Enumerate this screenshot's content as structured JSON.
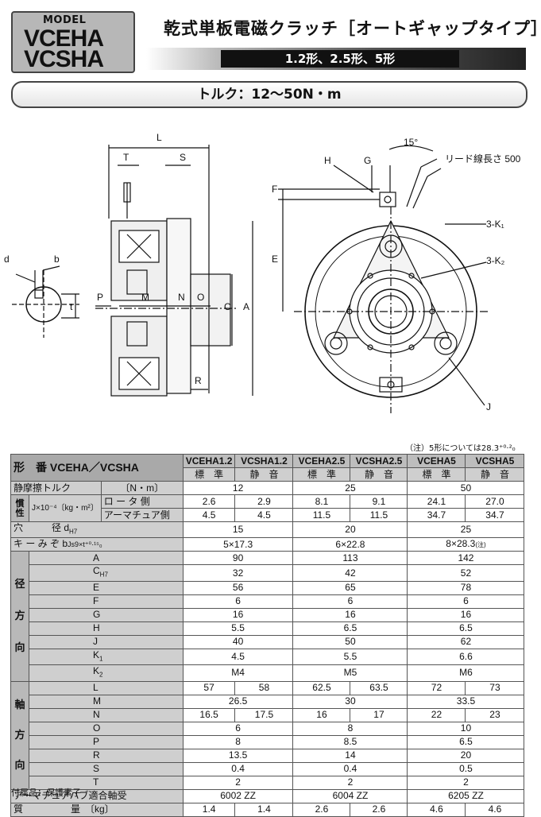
{
  "header": {
    "model_label": "MODEL",
    "model_line1": "VCEHA",
    "model_line2": "VCSHA",
    "title": "乾式単板電磁クラッチ［オートギャップタイプ］",
    "subtitle": "1.2形、2.5形、5形",
    "torque": "トルク：12～50N・m"
  },
  "drawing": {
    "labels": {
      "L": "L",
      "T": "T",
      "S": "S",
      "F": "F",
      "E": "E",
      "A": "A",
      "C": "C",
      "P": "P",
      "M": "M",
      "N": "N",
      "O": "O",
      "R": "R",
      "d": "d",
      "b": "b",
      "t": "t",
      "H": "H",
      "G": "G",
      "J": "J",
      "angle": "15°",
      "lead": "リード線長さ 500",
      "k1": "3-K₁",
      "k2": "3-K₂"
    }
  },
  "note": "（注）5形については28.3⁺⁰·²₀",
  "table": {
    "header_label": "形　番 VCEHA／VCSHA",
    "models": [
      "VCEHA1.2",
      "VCSHA1.2",
      "VCEHA2.5",
      "VCSHA2.5",
      "VCEHA5",
      "VCSHA5"
    ],
    "types": [
      "標　準",
      "静　音",
      "標　準",
      "静　音",
      "標　準",
      "静　音"
    ],
    "static_torque": {
      "label": "静摩擦トルク",
      "unit": "〔N・m〕",
      "values": [
        "12",
        "25",
        "50"
      ]
    },
    "inertia": {
      "group": "慣性",
      "unit": "J×10⁻⁴〔kg・m²〕",
      "rotor_label": "ロ ー タ 側",
      "rotor_values": [
        "2.6",
        "2.9",
        "8.1",
        "9.1",
        "24.1",
        "27.0"
      ],
      "armature_label": "アーマチュア側",
      "armature_values": [
        "4.5",
        "4.5",
        "11.5",
        "11.5",
        "34.7",
        "34.7"
      ]
    },
    "bore": {
      "label": "穴　　　径 d",
      "sub": "H7",
      "values": [
        "15",
        "20",
        "25"
      ]
    },
    "key": {
      "label": "キ ー み ぞ b",
      "sub": "Js9×t⁺⁰·¹⁵₀",
      "values": [
        "5×17.3",
        "6×22.8",
        "8×28.3"
      ],
      "note_mark": "(注)"
    },
    "radial": {
      "group": "径方向",
      "rows": [
        {
          "label": "A",
          "values": [
            "90",
            "113",
            "142"
          ]
        },
        {
          "label": "C",
          "sub": "H7",
          "values": [
            "32",
            "42",
            "52"
          ]
        },
        {
          "label": "E",
          "values": [
            "56",
            "65",
            "78"
          ]
        },
        {
          "label": "F",
          "values": [
            "6",
            "6",
            "6"
          ]
        },
        {
          "label": "G",
          "values": [
            "16",
            "16",
            "16"
          ]
        },
        {
          "label": "H",
          "values": [
            "5.5",
            "6.5",
            "6.5"
          ]
        },
        {
          "label": "J",
          "values": [
            "40",
            "50",
            "62"
          ]
        },
        {
          "label": "K",
          "sub": "1",
          "values": [
            "4.5",
            "5.5",
            "6.6"
          ]
        },
        {
          "label": "K",
          "sub": "2",
          "values": [
            "M4",
            "M5",
            "M6"
          ]
        }
      ]
    },
    "axial": {
      "group": "軸方向",
      "rows": [
        {
          "label": "L",
          "values": [
            "57",
            "58",
            "62.5",
            "63.5",
            "72",
            "73"
          ],
          "split": true
        },
        {
          "label": "M",
          "values": [
            "26.5",
            "30",
            "33.5"
          ]
        },
        {
          "label": "N",
          "values": [
            "16.5",
            "17.5",
            "16",
            "17",
            "22",
            "23"
          ],
          "split": true
        },
        {
          "label": "O",
          "values": [
            "6",
            "8",
            "10"
          ]
        },
        {
          "label": "P",
          "values": [
            "8",
            "8.5",
            "6.5"
          ]
        },
        {
          "label": "R",
          "values": [
            "13.5",
            "14",
            "20"
          ]
        },
        {
          "label": "S",
          "values": [
            "0.4",
            "0.4",
            "0.5"
          ]
        },
        {
          "label": "T",
          "values": [
            "2",
            "2",
            "2"
          ]
        }
      ]
    },
    "bearing": {
      "label": "アーマチュアハブ適合軸受",
      "values": [
        "6002 ZZ",
        "6004 ZZ",
        "6205 ZZ"
      ]
    },
    "mass": {
      "label": "質　　　　　量　〔kg〕",
      "values": [
        "1.4",
        "1.4",
        "2.6",
        "2.6",
        "4.6",
        "4.6"
      ]
    }
  },
  "footer": "付属品：保護素子"
}
